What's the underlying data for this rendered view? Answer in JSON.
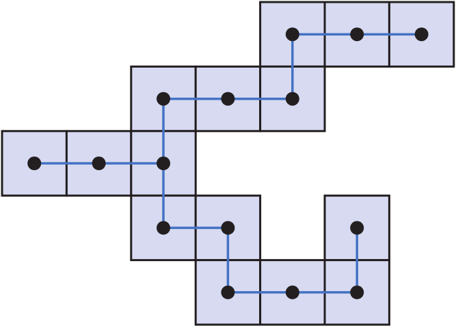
{
  "diagram": {
    "type": "grid-polyomino-path",
    "cells": [
      [
        4,
        0
      ],
      [
        5,
        0
      ],
      [
        6,
        0
      ],
      [
        2,
        1
      ],
      [
        3,
        1
      ],
      [
        4,
        1
      ],
      [
        0,
        2
      ],
      [
        1,
        2
      ],
      [
        2,
        2
      ],
      [
        2,
        3
      ],
      [
        3,
        3
      ],
      [
        5,
        3
      ],
      [
        3,
        4
      ],
      [
        4,
        4
      ],
      [
        5,
        4
      ]
    ],
    "edges": [
      [
        [
          6,
          0
        ],
        [
          5,
          0
        ]
      ],
      [
        [
          5,
          0
        ],
        [
          4,
          0
        ]
      ],
      [
        [
          4,
          0
        ],
        [
          4,
          1
        ]
      ],
      [
        [
          4,
          1
        ],
        [
          3,
          1
        ]
      ],
      [
        [
          3,
          1
        ],
        [
          2,
          1
        ]
      ],
      [
        [
          2,
          1
        ],
        [
          2,
          2
        ]
      ],
      [
        [
          2,
          2
        ],
        [
          1,
          2
        ]
      ],
      [
        [
          1,
          2
        ],
        [
          0,
          2
        ]
      ],
      [
        [
          2,
          2
        ],
        [
          2,
          3
        ]
      ],
      [
        [
          2,
          3
        ],
        [
          3,
          3
        ]
      ],
      [
        [
          3,
          3
        ],
        [
          3,
          4
        ]
      ],
      [
        [
          3,
          4
        ],
        [
          4,
          4
        ]
      ],
      [
        [
          4,
          4
        ],
        [
          5,
          4
        ]
      ],
      [
        [
          5,
          4
        ],
        [
          5,
          3
        ]
      ]
    ],
    "colors": {
      "cell_fill": "#d7daf1",
      "cell_stroke": "#231f20",
      "path": "#4472c4",
      "dot": "#231f20"
    }
  }
}
